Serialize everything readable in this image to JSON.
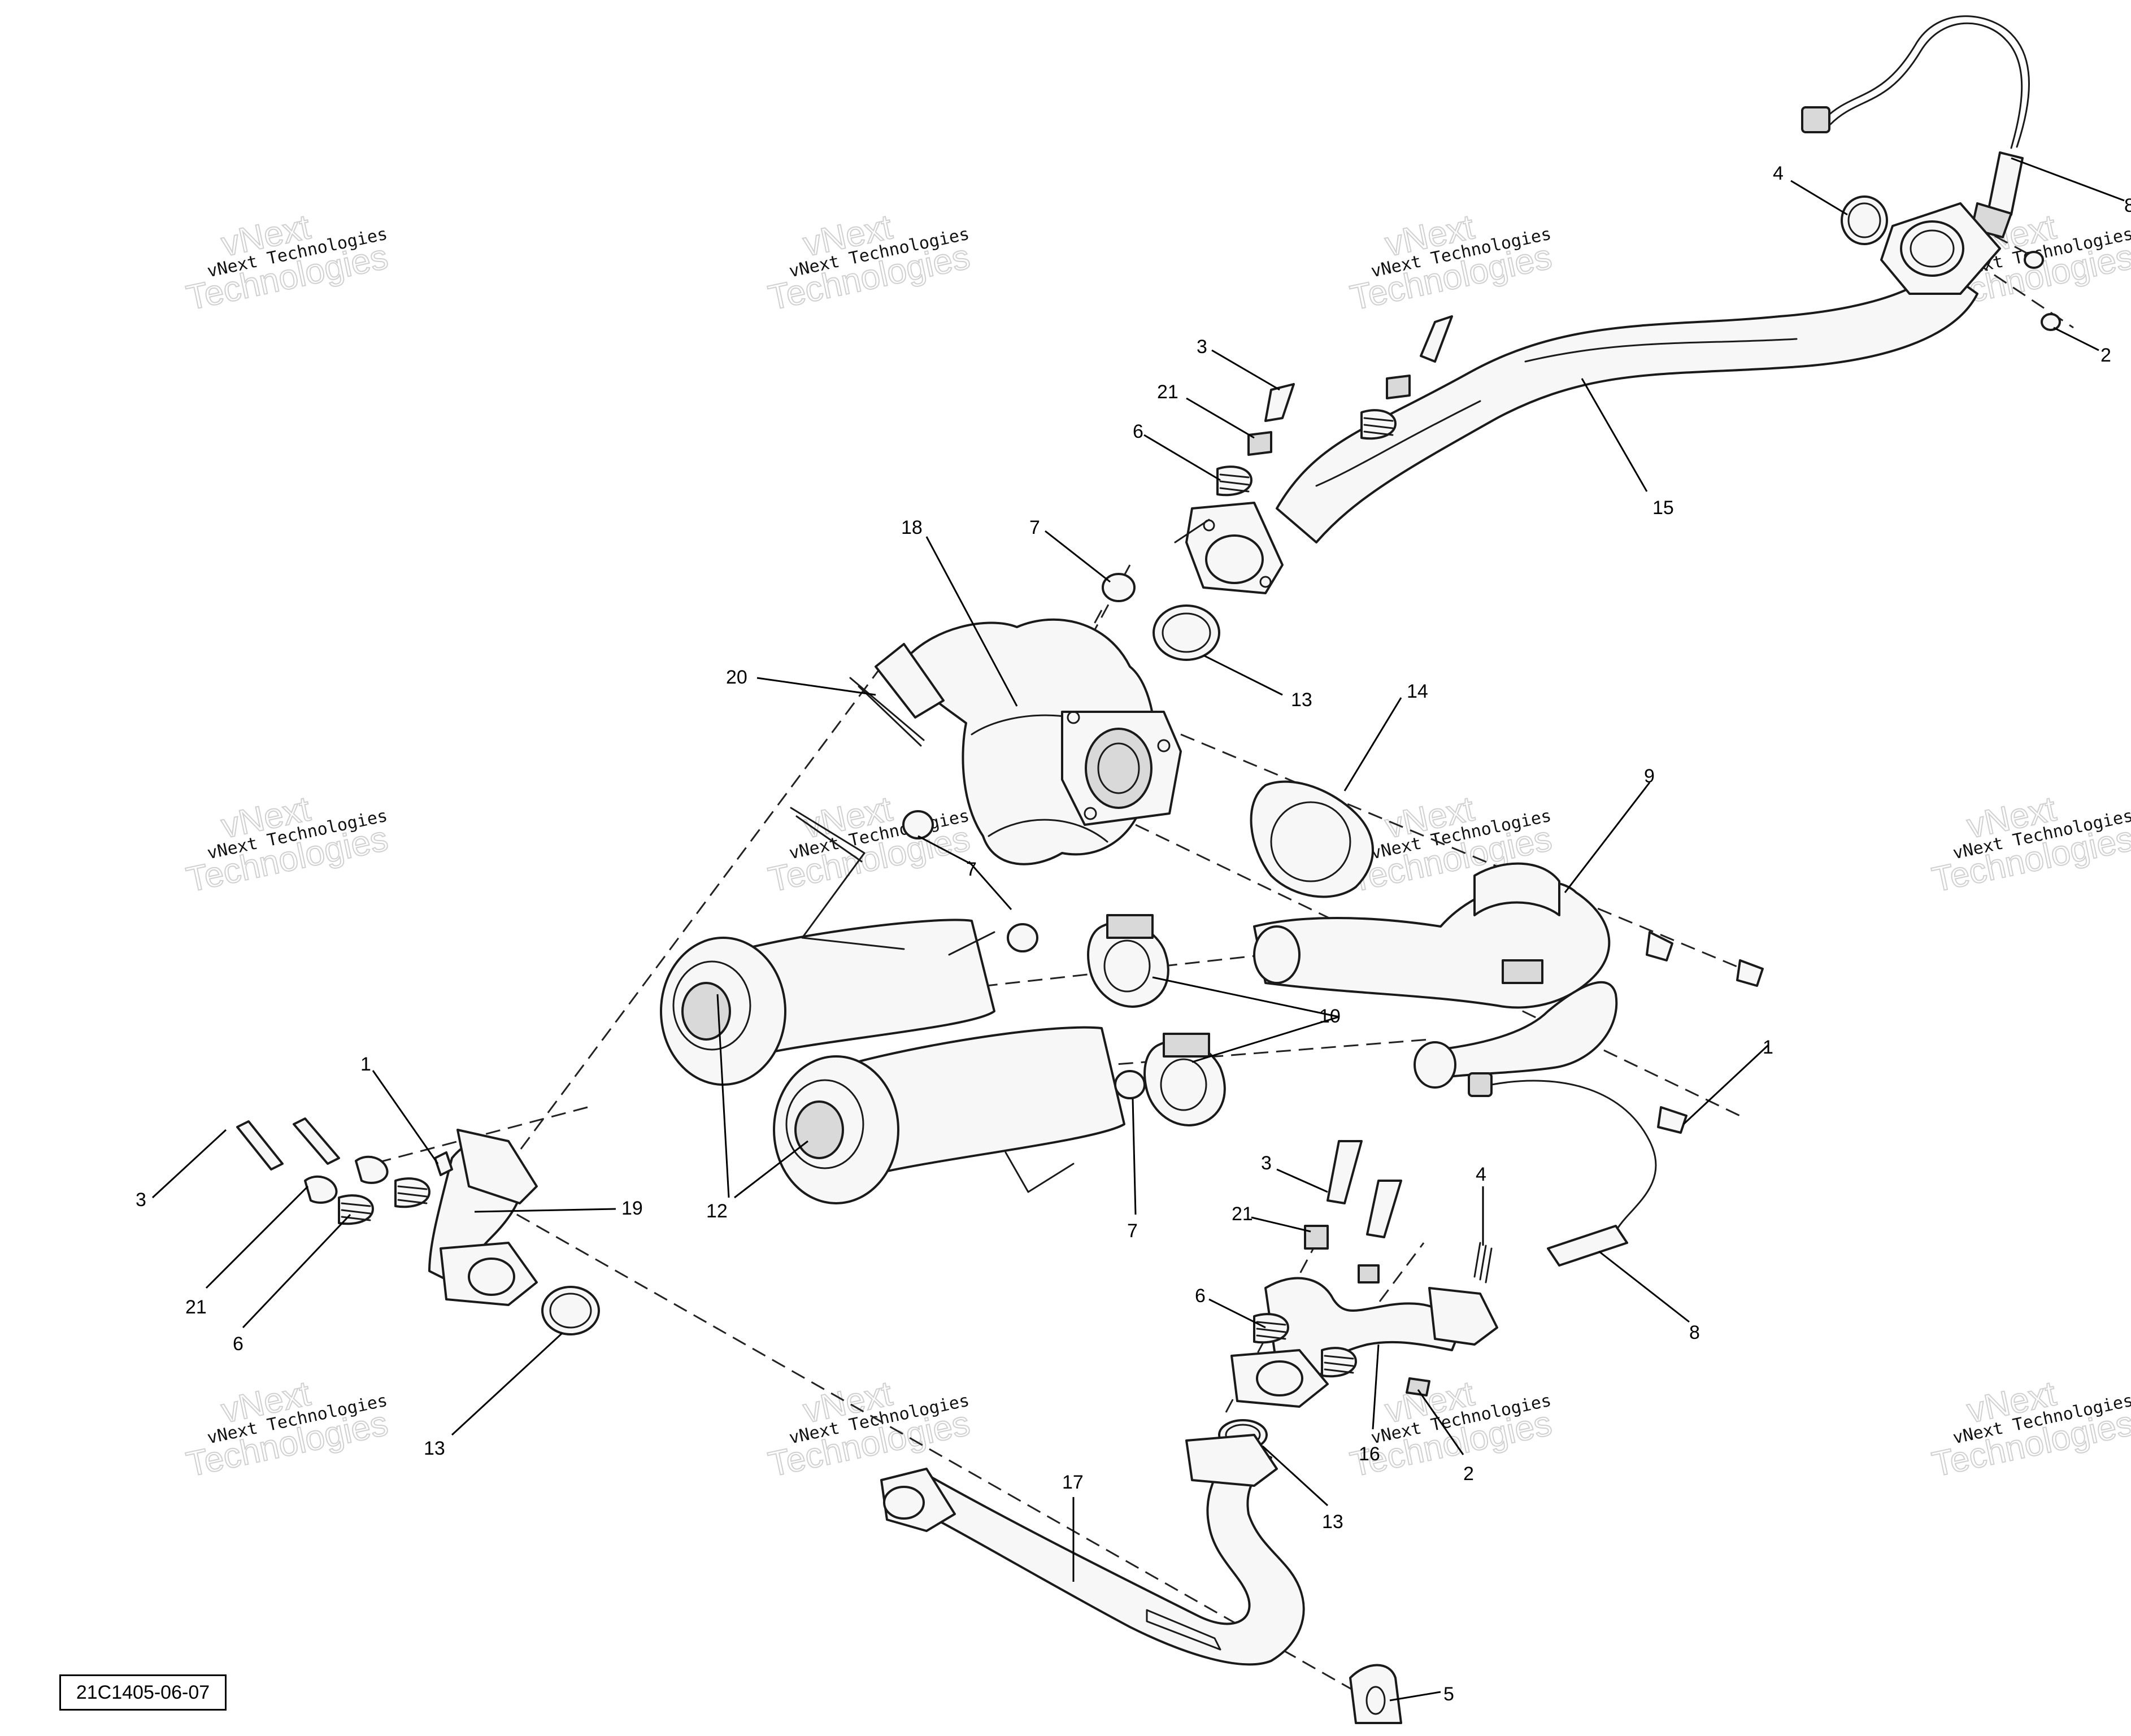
{
  "reference_code": "21C1405-06-07",
  "watermark": {
    "line1": "vNext Technologies",
    "line2": "Technologies",
    "line3": "vNext"
  },
  "callouts": {
    "c1a": "1",
    "c1b": "1",
    "c2a": "2",
    "c2b": "2",
    "c3a": "3",
    "c3b": "3",
    "c3c": "3",
    "c4": "4",
    "c5": "5",
    "c6a": "6",
    "c6b": "6",
    "c6c": "6",
    "c7a": "7",
    "c7b": "7",
    "c7c": "7",
    "c8a": "8",
    "c8b": "8",
    "c9": "9",
    "c10": "10",
    "c12": "12",
    "c13a": "13",
    "c13b": "13",
    "c13c": "13",
    "c14": "14",
    "c15": "15",
    "c16": "16",
    "c17": "17",
    "c18": "18",
    "c19": "19",
    "c20": "20",
    "c21a": "21",
    "c21b": "21",
    "c21c": "21"
  }
}
